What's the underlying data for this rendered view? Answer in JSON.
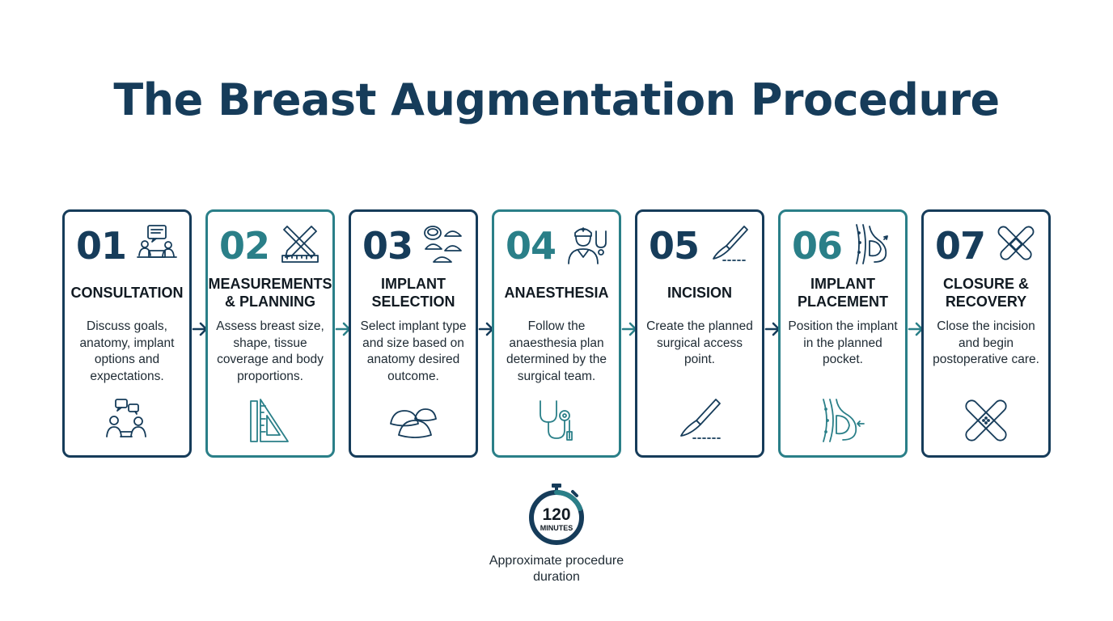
{
  "title": "The Breast Augmentation Procedure",
  "colors": {
    "navy": "#163c5a",
    "teal": "#2a7f88",
    "text": "#1e2a33"
  },
  "steps": [
    {
      "number": "01",
      "heading": "CONSULTATION",
      "description": "Discuss goals, anatomy, implant options and expectations.",
      "accent": "navy",
      "icons": [
        "consultation-screen-icon",
        "discussion-people-icon"
      ]
    },
    {
      "number": "02",
      "heading": "MEASUREMENTS\n& PLANNING",
      "description": "Assess breast size, shape, tissue coverage and body proportions.",
      "accent": "teal",
      "icons": [
        "pencil-ruler-icon",
        "set-square-icon"
      ]
    },
    {
      "number": "03",
      "heading": "IMPLANT\nSELECTION",
      "description": "Select implant type and size based on anatomy desired outcome.",
      "accent": "navy",
      "icons": [
        "implants-group-icon",
        "implants-pair-icon"
      ]
    },
    {
      "number": "04",
      "heading": "ANAESTHESIA",
      "description": "Follow the anaesthesia plan determined by the surgical team.",
      "accent": "teal",
      "icons": [
        "anaesthetist-icon",
        "stethoscope-icon"
      ]
    },
    {
      "number": "05",
      "heading": "INCISION",
      "description": "Create the planned surgical access point.",
      "accent": "navy",
      "icons": [
        "scalpel-icon",
        "scalpel-icon"
      ]
    },
    {
      "number": "06",
      "heading": "IMPLANT\nPLACEMENT",
      "description": "Position the implant in the planned pocket.",
      "accent": "teal",
      "icons": [
        "implant-profile-icon",
        "implant-pocket-icon"
      ]
    },
    {
      "number": "07",
      "heading": "CLOSURE &\nRECOVERY",
      "description": "Close the incision and begin postoperative care.",
      "accent": "navy",
      "icons": [
        "bandage-icon",
        "bandage-icon"
      ]
    }
  ],
  "duration": {
    "value": "120",
    "unit": "MINUTES",
    "caption": "Approximate procedure duration",
    "icon": "stopwatch-icon"
  }
}
